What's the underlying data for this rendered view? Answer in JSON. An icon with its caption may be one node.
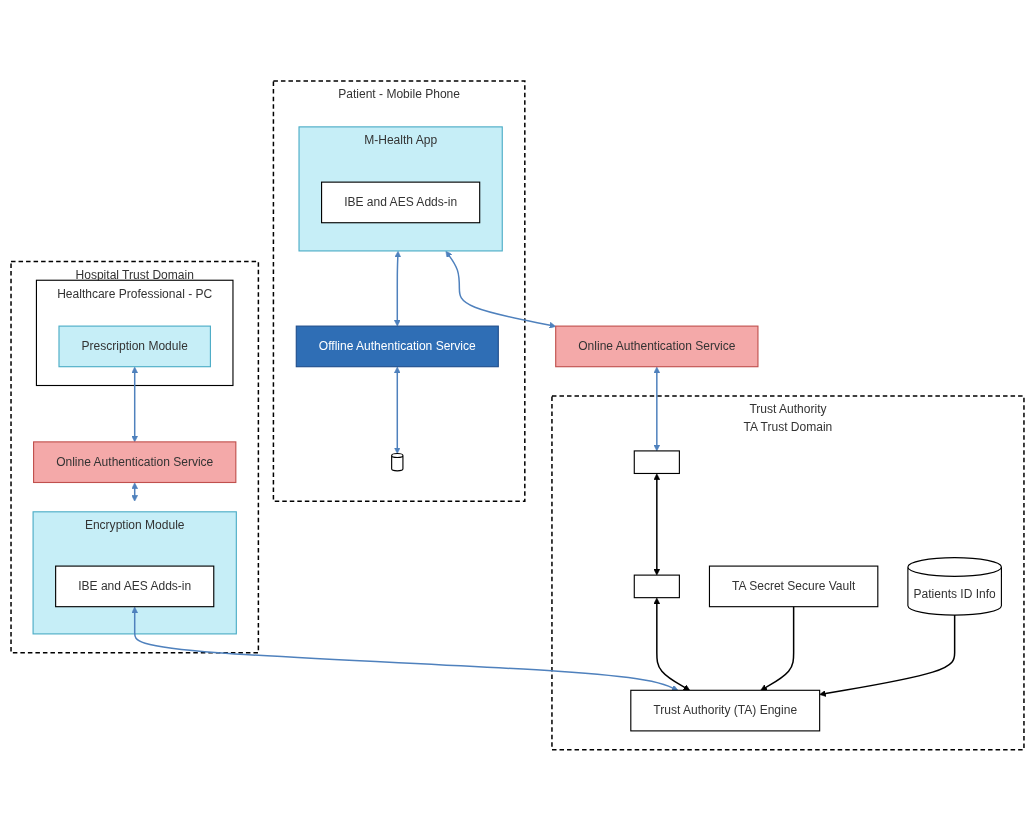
{
  "diagram": {
    "nodes": [
      {
        "text": [
          "Hospital Trust Domain"
        ]
      },
      {
        "text": [
          "Healthcare Professional - PC"
        ],
        "in": 0
      },
      {
        "text": [
          "Prescription Module"
        ],
        "in": 1
      },
      {
        "text": [
          "Online Authentication Service"
        ],
        "in": 0
      },
      {
        "text": [
          "Encryption Module"
        ],
        "in": 0
      },
      {
        "text": [
          "IBE and AES Adds-in"
        ],
        "in": 4
      },
      {
        "text": [
          "Patient - Mobile Phone"
        ]
      },
      {
        "text": [
          "M-Health App"
        ],
        "in": 6
      },
      {
        "text": [
          "IBE and AES Adds-in"
        ],
        "in": 7
      },
      {
        "text": [
          "Offline Authentication Service"
        ],
        "in": 6
      },
      {
        "text": [],
        "shape": "cylinder",
        "in": 6
      },
      {
        "text": [
          "Online Authentication Service"
        ]
      },
      {
        "text": [
          "Trust Authority",
          "TA Trust Domain"
        ]
      },
      {
        "text": [],
        "shape": "bar",
        "in": 12
      },
      {
        "text": [],
        "shape": "box",
        "in": 12
      },
      {
        "text": [
          "Trust Authority (TA) Engine"
        ],
        "in": 12
      },
      {
        "text": [
          "TA Secret Secure Vault"
        ],
        "in": 12
      },
      {
        "text": [
          "Patients ID Info"
        ],
        "in": 12
      }
    ],
    "edges": [
      {
        "from": 2,
        "to": 3,
        "arrow": "both"
      },
      {
        "from": 3,
        "to": 4,
        "arrow": "both"
      },
      {
        "from": 5,
        "to": 15,
        "arrow": "both"
      },
      {
        "from": 7,
        "to": 11,
        "arrow": "both"
      },
      {
        "from": 7,
        "to": 9,
        "arrow": "both"
      },
      {
        "from": 9,
        "to": 10,
        "arrow": "both"
      },
      {
        "from": 11,
        "to": 13,
        "arrow": "both"
      },
      {
        "from": 13,
        "to": 14,
        "arrow": "both",
        "color": "#000000"
      },
      {
        "from": 14,
        "to": 15,
        "arrow": "both",
        "color": "#000000"
      },
      {
        "from": 16,
        "to": 15,
        "arrow": "to",
        "color": "#000000"
      },
      {
        "from": 17,
        "to": 15,
        "arrow": "to",
        "color": "#000000"
      }
    ]
  }
}
